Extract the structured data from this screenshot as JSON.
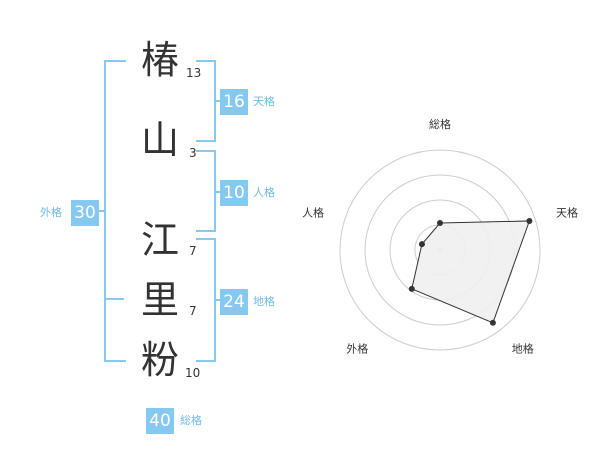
{
  "name": {
    "chars": [
      {
        "char": "椿",
        "strokes": "13"
      },
      {
        "char": "山",
        "strokes": "3"
      },
      {
        "char": "江",
        "strokes": "7"
      },
      {
        "char": "里",
        "strokes": "7"
      },
      {
        "char": "粉",
        "strokes": "10"
      }
    ]
  },
  "fortune": {
    "tenkaku": {
      "value": "16",
      "label": "天格"
    },
    "jinkaku": {
      "value": "10",
      "label": "人格"
    },
    "chikaku": {
      "value": "24",
      "label": "地格"
    },
    "gaikaku": {
      "value": "30",
      "label": "外格"
    },
    "soukaku": {
      "value": "40",
      "label": "総格"
    }
  },
  "chart_data": {
    "type": "radar",
    "axes": [
      "総格",
      "天格",
      "地格",
      "外格",
      "人格"
    ],
    "values": [
      0.27,
      0.94,
      0.9,
      0.48,
      0.19
    ],
    "max": 1,
    "rings": 4,
    "colors": {
      "fill": "#efefef",
      "stroke": "#333333",
      "grid": "#cccccc",
      "accent": "#86c9f0"
    }
  }
}
